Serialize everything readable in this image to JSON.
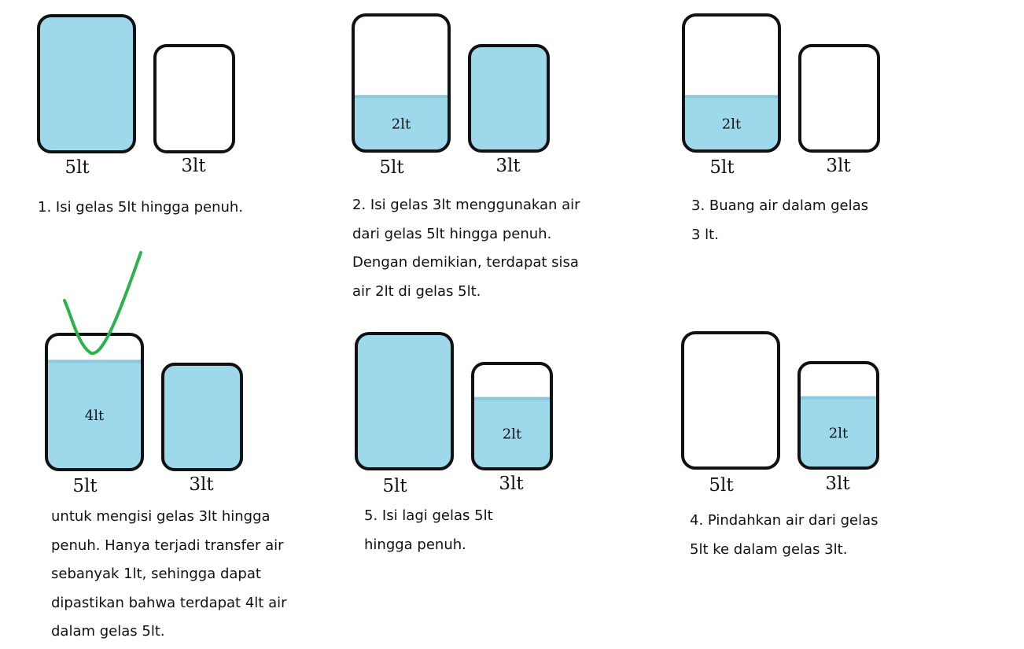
{
  "colors": {
    "water": "#9dd9ea",
    "outline": "#111111",
    "waterline": "#8cc9de",
    "check": "#2bb24c"
  },
  "panels": [
    {
      "id": "p1",
      "big": {
        "label": "5lt",
        "fill": 1.0,
        "text": ""
      },
      "small": {
        "label": "3lt",
        "fill": 0.0,
        "text": ""
      },
      "text": [
        "1. Isi gelas 5lt hingga penuh."
      ]
    },
    {
      "id": "p2",
      "big": {
        "label": "5lt",
        "fill": 0.4,
        "text": "2lt"
      },
      "small": {
        "label": "3lt",
        "fill": 1.0,
        "text": ""
      },
      "text": [
        "2. Isi gelas 3lt menggunakan air",
        "dari gelas 5lt hingga penuh.",
        "Dengan demikian, terdapat sisa",
        "air 2lt di gelas 5lt."
      ]
    },
    {
      "id": "p3",
      "big": {
        "label": "5lt",
        "fill": 0.4,
        "text": "2lt"
      },
      "small": {
        "label": "3lt",
        "fill": 0.0,
        "text": ""
      },
      "text": [
        "3. Buang air dalam gelas",
        "3 lt."
      ]
    },
    {
      "id": "p6",
      "big": {
        "label": "5lt",
        "fill": 0.8,
        "text": "4lt"
      },
      "small": {
        "label": "3lt",
        "fill": 1.0,
        "text": ""
      },
      "text": [
        "untuk mengisi gelas 3lt hingga",
        "penuh. Hanya terjadi transfer air",
        "sebanyak 1lt, sehingga dapat",
        "dipastikan bahwa terdapat 4lt air",
        "dalam gelas 5lt."
      ]
    },
    {
      "id": "p5",
      "big": {
        "label": "5lt",
        "fill": 1.0,
        "text": ""
      },
      "small": {
        "label": "3lt",
        "fill": 0.667,
        "text": "2lt"
      },
      "text": [
        "5. Isi lagi gelas 5lt",
        "hingga penuh."
      ]
    },
    {
      "id": "p4",
      "big": {
        "label": "5lt",
        "fill": 0.0,
        "text": ""
      },
      "small": {
        "label": "3lt",
        "fill": 0.667,
        "text": "2lt"
      },
      "text": [
        "4. Pindahkan air dari gelas",
        "5lt ke dalam gelas 3lt."
      ]
    }
  ]
}
